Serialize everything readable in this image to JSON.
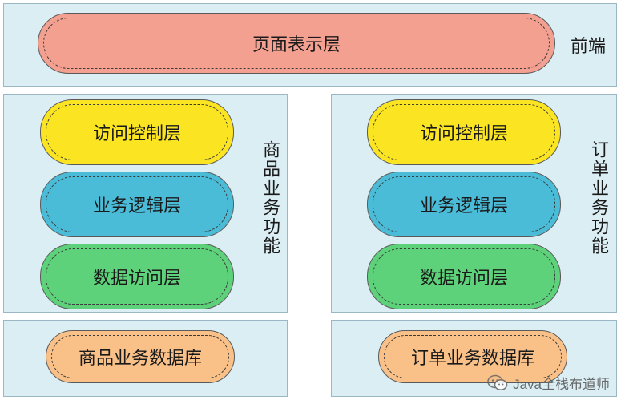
{
  "frontend": {
    "label": "前端",
    "presentation_layer": "页面表示层"
  },
  "goods": {
    "label": "商品业务功能",
    "access_control": "访问控制层",
    "business_logic": "业务逻辑层",
    "data_access": "数据访问层",
    "database": "商品业务数据库"
  },
  "order": {
    "label": "订单业务功能",
    "access_control": "访问控制层",
    "business_logic": "业务逻辑层",
    "data_access": "数据访问层",
    "database": "订单业务数据库"
  },
  "watermark": {
    "text": "Java全栈布道师",
    "icon": "wechat-icon"
  },
  "colors": {
    "panel": "#dbeef4",
    "presentation": "#f4a090",
    "access_control": "#fbe522",
    "business_logic": "#4bbcd8",
    "data_access": "#5dd27a",
    "database": "#f9c188"
  }
}
